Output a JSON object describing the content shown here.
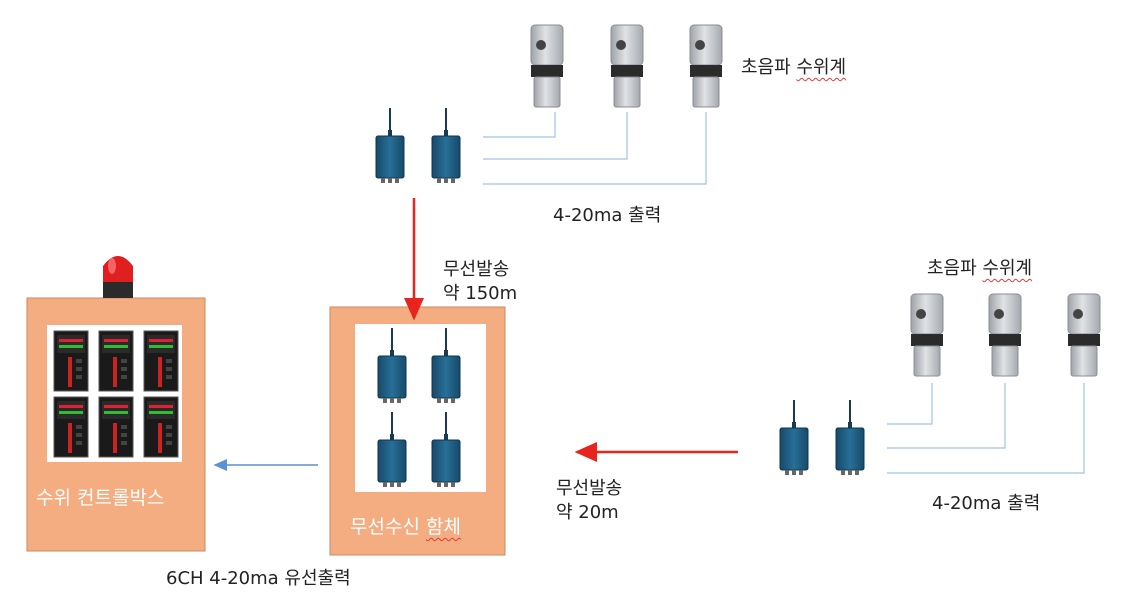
{
  "control_box": {
    "title_a": "수위",
    "title_b": "컨트롤박스",
    "body_color": "#f3ad80",
    "lamp_color": "#e02020",
    "display_count": 6
  },
  "receiver_box": {
    "title_a": "무선수신",
    "title_b": "함체",
    "body_color": "#f3ad80",
    "receiver_count": 4
  },
  "top_group": {
    "sensor_label_a": "초음파",
    "sensor_label_b": "수위계",
    "output_label": "4-20ma 출력",
    "link_line1": "무선발송",
    "link_line2": "약 150m",
    "sensor_count": 3,
    "transmitter_count": 2
  },
  "right_group": {
    "sensor_label_a": "초음파",
    "sensor_label_b": "수위계",
    "output_label": "4-20ma 출력",
    "link_line1": "무선발송",
    "link_line2": "약 20m",
    "sensor_count": 3,
    "transmitter_count": 2
  },
  "wired_output_label": "6CH 4-20ma 유선출력",
  "colors": {
    "wireless_arrow": "#e8241e",
    "wired_arrow": "#5b8fd6",
    "device_body": "#1f5c80",
    "cable": "#9fc3e6",
    "sensor_body": "#c8cbd0"
  },
  "icons": [
    "ultrasonic-level-sensor-icon",
    "wireless-transmitter-icon",
    "warning-lamp-icon",
    "panel-display-icon"
  ]
}
